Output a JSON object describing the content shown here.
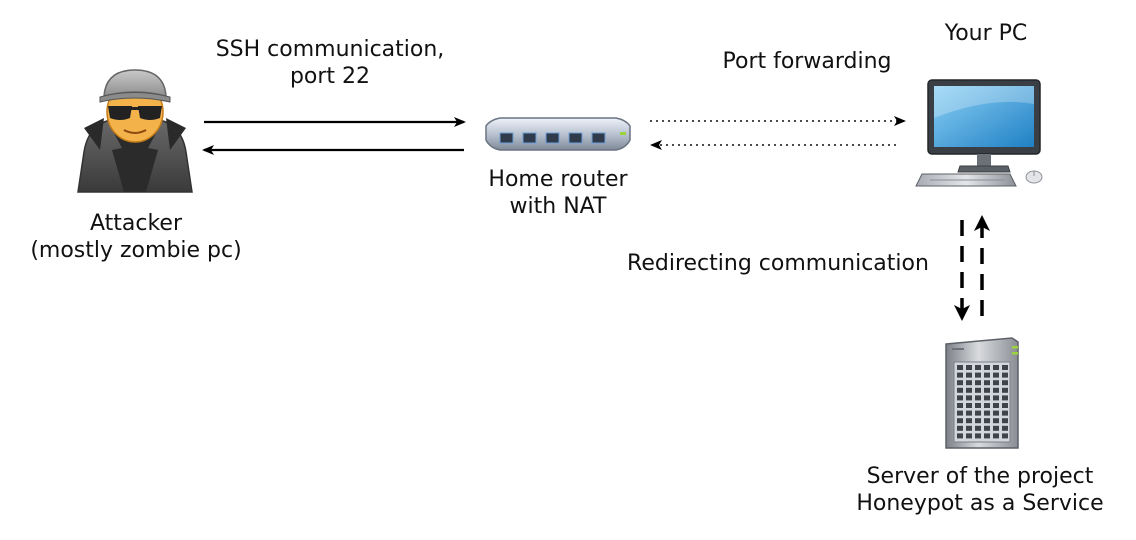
{
  "labels": {
    "ssh": {
      "line1": "SSH communication,",
      "line2": "port 22"
    },
    "attacker": {
      "line1": "Attacker",
      "line2": "(mostly zombie pc)"
    },
    "router": {
      "line1": "Home router",
      "line2": "with NAT"
    },
    "port_forwarding": "Port forwarding",
    "your_pc": "Your PC",
    "redirecting": "Redirecting communication",
    "server": {
      "line1": "Server of the project",
      "line2": "Honeypot as a Service"
    }
  },
  "icons": {
    "attacker": "hooded-attacker-icon",
    "router": "router-icon",
    "pc": "desktop-pc-icon",
    "server": "server-tower-icon"
  },
  "connections": [
    {
      "from": "attacker",
      "to": "router",
      "style": "solid",
      "direction": "forward"
    },
    {
      "from": "router",
      "to": "attacker",
      "style": "solid",
      "direction": "back"
    },
    {
      "from": "router",
      "to": "pc",
      "style": "dotted",
      "direction": "forward"
    },
    {
      "from": "pc",
      "to": "router",
      "style": "dotted",
      "direction": "back"
    },
    {
      "from": "pc",
      "to": "server",
      "style": "dashed",
      "direction": "down"
    },
    {
      "from": "server",
      "to": "pc",
      "style": "dashed",
      "direction": "up"
    }
  ]
}
